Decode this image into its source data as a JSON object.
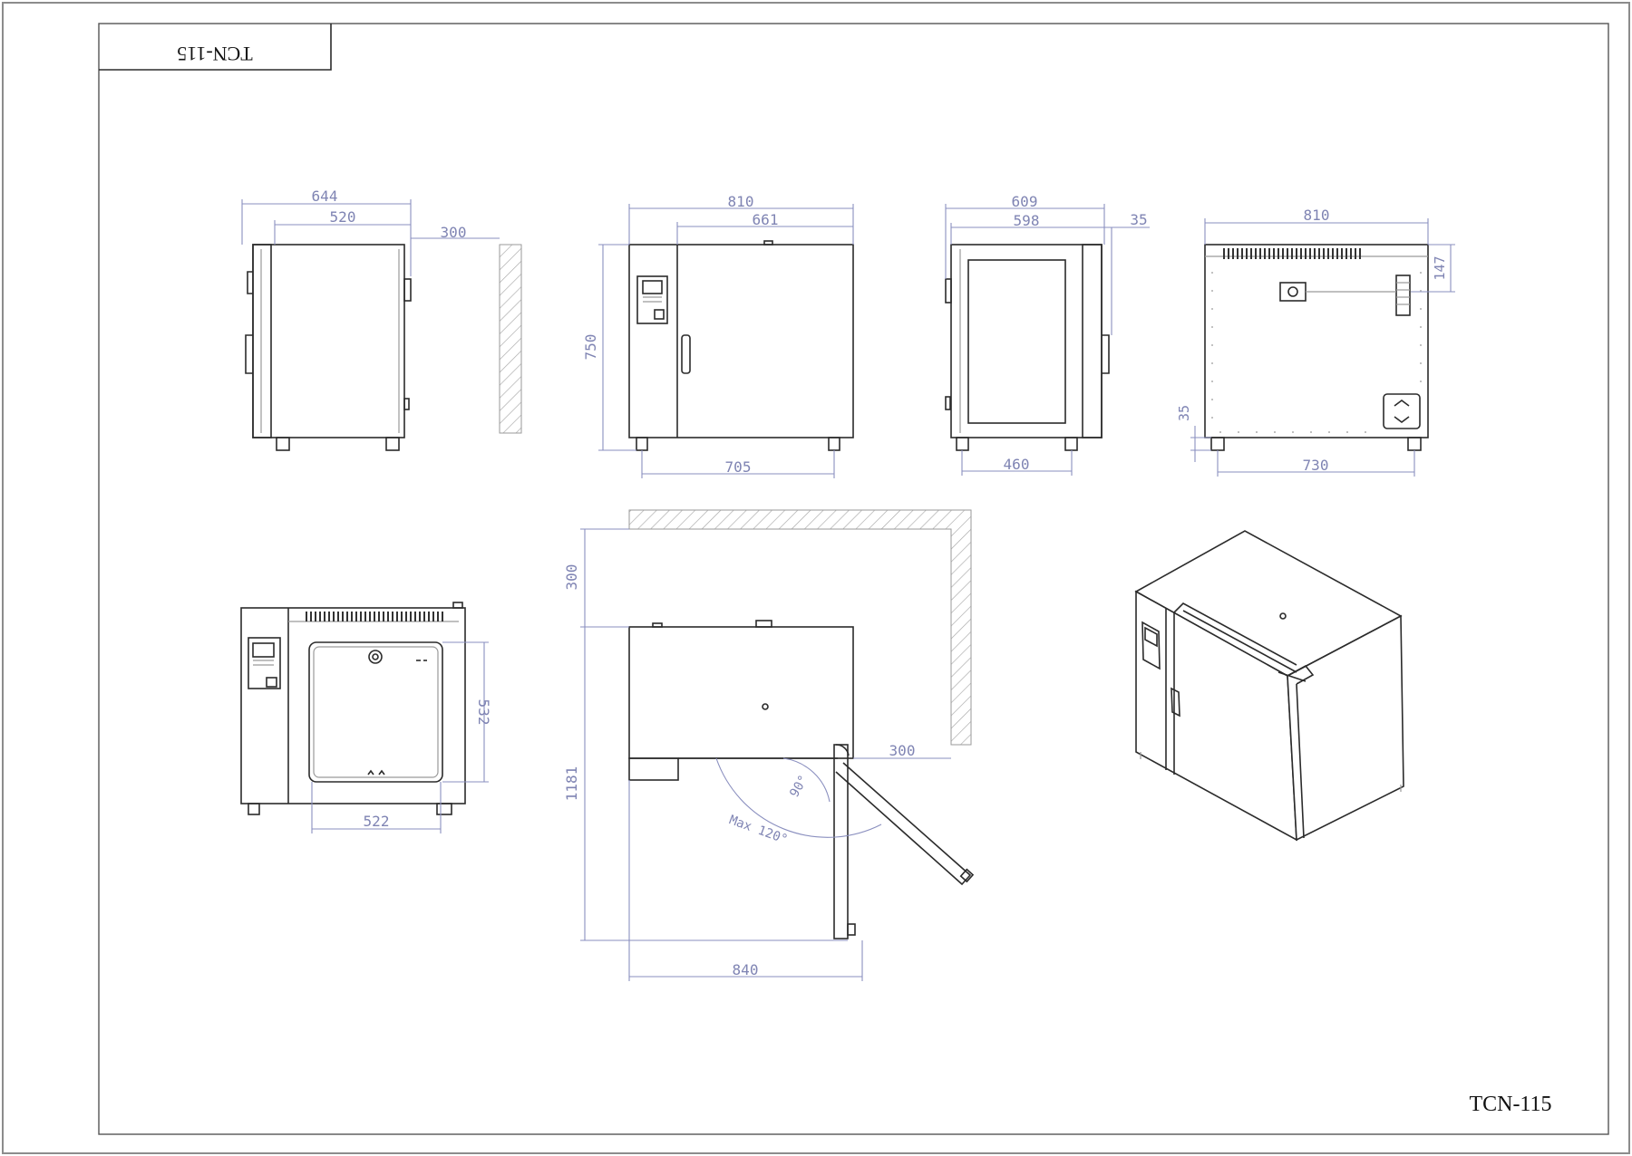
{
  "title_block": {
    "label_mirrored": "TCN-115"
  },
  "footer": {
    "model": "TCN-115"
  },
  "side_view": {
    "dims": {
      "d644": "644",
      "d520": "520",
      "d300": "300"
    }
  },
  "front_view": {
    "dims": {
      "d810": "810",
      "d661": "661",
      "d750": "750",
      "d705": "705"
    }
  },
  "side_view_2": {
    "dims": {
      "d609": "609",
      "d598": "598",
      "d35": "35",
      "d460": "460"
    }
  },
  "rear_view": {
    "dims": {
      "d810": "810",
      "d147": "147",
      "d35": "35",
      "d730": "730"
    }
  },
  "interior_view": {
    "dims": {
      "d532": "532",
      "d522": "522"
    }
  },
  "top_view": {
    "dims": {
      "d300a": "300",
      "d300b": "300",
      "d1181": "1181",
      "d840": "840",
      "a90": "90°",
      "a120": "Max 120°"
    }
  }
}
